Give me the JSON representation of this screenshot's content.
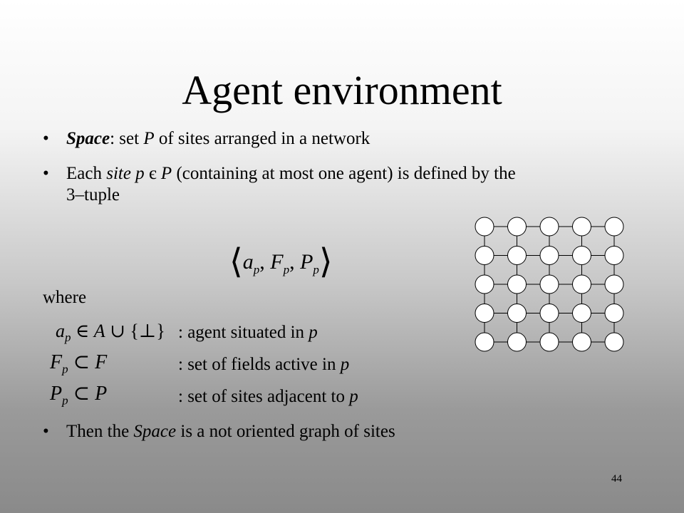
{
  "slide": {
    "title": "Agent environment",
    "bullet1": {
      "term": "Space",
      "after_term": ": set ",
      "var_p_set": "P",
      "rest": " of sites arranged in a network"
    },
    "bullet2": {
      "lead": "Each ",
      "site_word": "site p",
      "element_of": " є ",
      "var_p_set": "P",
      "rest_line1": " (containing at most one agent) is defined by the",
      "rest_line2": "3–tuple"
    },
    "tuple_formula": {
      "open": "⟨",
      "a": "a",
      "a_sub": "p",
      "sep1": ", ",
      "f": "F",
      "f_sub": "p",
      "sep2": ", ",
      "pp": "P",
      "pp_sub": "p",
      "close": "⟩"
    },
    "where_label": "where",
    "definitions": [
      {
        "formula": {
          "var": "a",
          "sub": "p",
          "rel": " ∈ ",
          "rhs": "A",
          "tail": " ∪ {⊥}"
        },
        "text": ": agent situated in ",
        "var": "p"
      },
      {
        "formula": {
          "var": "F",
          "sub": "p",
          "rel": " ⊂ ",
          "rhs": "F",
          "tail": ""
        },
        "text": ": set of fields active in ",
        "var": "p"
      },
      {
        "formula": {
          "var": "P",
          "sub": "p",
          "rel": " ⊂ ",
          "rhs": "P",
          "tail": ""
        },
        "text": ": set of sites adjacent to ",
        "var": "p"
      }
    ],
    "bullet3": {
      "lead": "Then the ",
      "term": "Space",
      "rest": " is a not oriented graph of sites"
    },
    "bullet_symbol": "•",
    "page_number": "44"
  },
  "grid_figure": {
    "rows": 5,
    "cols": 5,
    "node_fill": "#ffffff",
    "edge_color": "#000000"
  }
}
